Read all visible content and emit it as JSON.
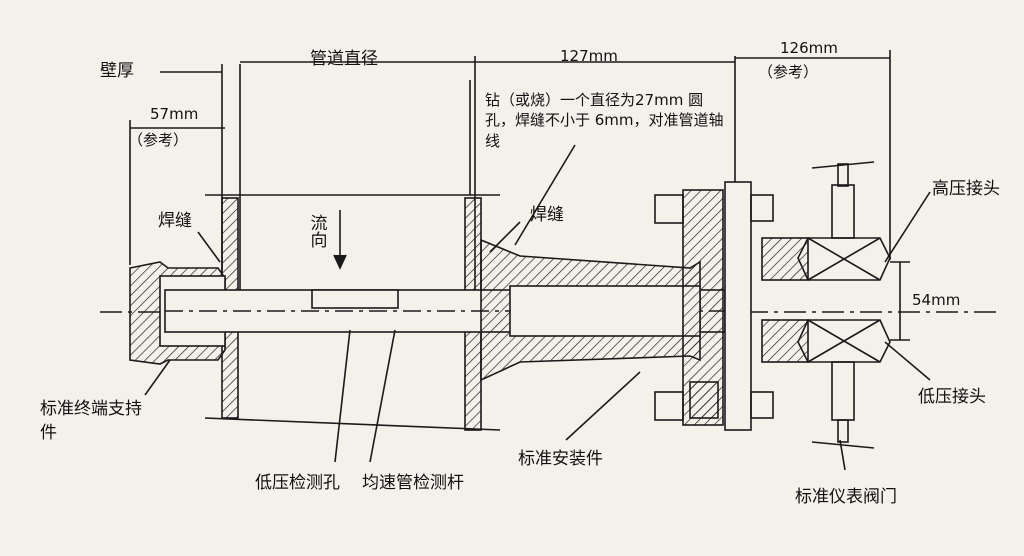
{
  "labels": {
    "wall_thickness": "壁厚",
    "pipe_diameter": "管道直径",
    "dim_127": "127mm",
    "dim_126": "126mm",
    "ref_paren_1": "（参考）",
    "dim_57": "57mm",
    "ref_paren_2": "（参考）",
    "drill_note": "钻（或烧）一个直径为27mm 圆孔，焊缝不小于 6mm，对准管道轴线",
    "weld_left": "焊缝",
    "weld_right": "焊缝",
    "flow_dir": "流向",
    "high_pressure": "高压接头",
    "dim_54": "54mm",
    "low_pressure": "低压接头",
    "end_support": "标准终端支持件",
    "low_pressure_hole": "低压检测孔",
    "sensing_rod": "均速管检测杆",
    "install_part": "标准安装件",
    "valve": "标准仪表阀门"
  }
}
